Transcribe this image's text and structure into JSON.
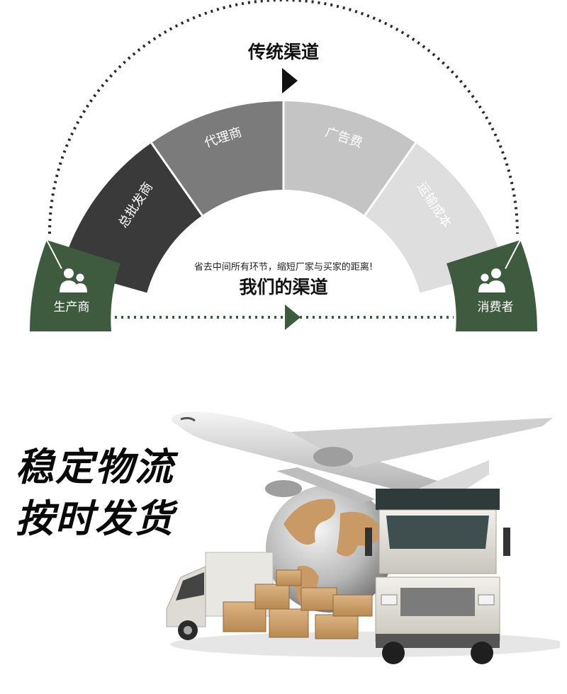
{
  "traditional_channel": {
    "title": "传统渠道",
    "segments": [
      "总批发商",
      "代理商",
      "广告费",
      "运输成本"
    ]
  },
  "ends": {
    "left_label": "生产商",
    "right_label": "消费者"
  },
  "our_channel": {
    "subtitle": "省去中间所有环节，缩短厂家与买家的距离!",
    "title": "我们的渠道"
  },
  "slogan": {
    "line1": "稳定物流",
    "line2": "按时发货"
  },
  "colors": {
    "green": "#3e5a3f",
    "dark": "#3a3a3a",
    "mid_gray": "#7b7b7b",
    "light_gray": "#c4c4c4",
    "pale_gray": "#dedede"
  }
}
